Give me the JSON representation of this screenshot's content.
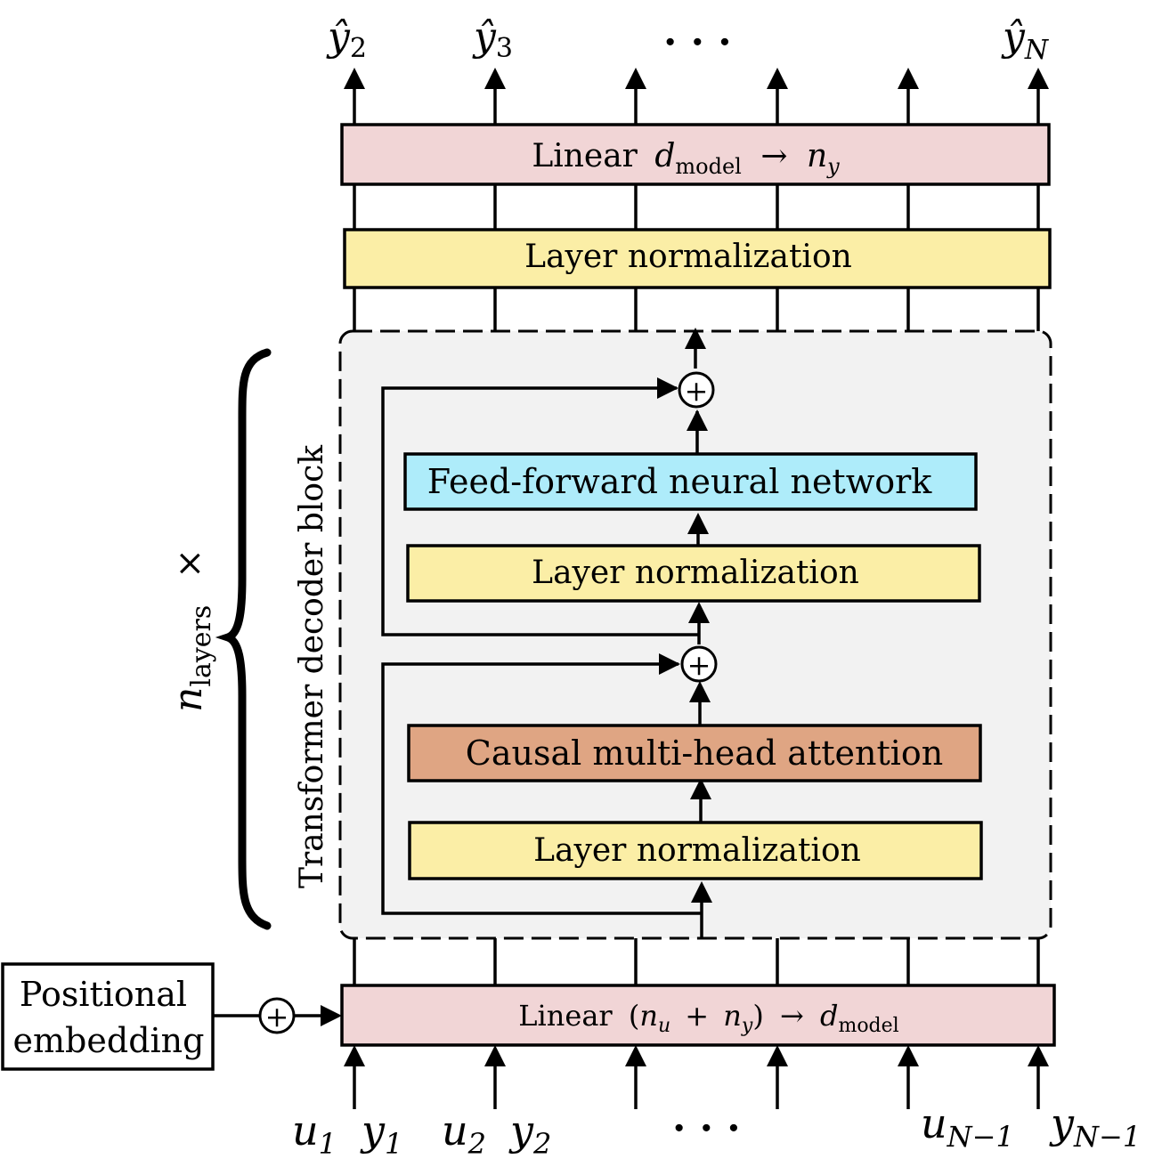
{
  "colors": {
    "linear_fill": "#f1d5d6",
    "layernorm_fill": "#fbeea6",
    "ffn_fill": "#aeecfa",
    "attention_fill": "#dfa583",
    "block_fill": "#f2f2f2",
    "stroke": "#000000"
  },
  "outputs": {
    "y2": {
      "base": "ŷ",
      "sub": "2"
    },
    "y3": {
      "base": "ŷ",
      "sub": "3"
    },
    "dots": "· · ·",
    "yN": {
      "base": "ŷ",
      "sub": "N"
    }
  },
  "linear_top": {
    "prefix": "Linear",
    "d": "d",
    "d_sub": "model",
    "arrow": "→",
    "n": "n",
    "n_sub": "y"
  },
  "layer_norm_top": "Layer normalization",
  "block": {
    "title": "Transformer decoder block",
    "ffn": "Feed-forward neural network",
    "layer_norm_2": "Layer normalization",
    "attention": "Causal multi-head attention",
    "layer_norm_1": "Layer normalization",
    "add_symbol": "+"
  },
  "repeat": {
    "n": "n",
    "sub": "layers",
    "times": "×"
  },
  "linear_bottom": {
    "prefix": "Linear",
    "open": "(",
    "nu": "n",
    "nu_sub": "u",
    "plus": "+",
    "ny": "n",
    "ny_sub": "y",
    "close": ")",
    "arrow": "→",
    "d": "d",
    "d_sub": "model"
  },
  "positional": {
    "line1": "Positional",
    "line2": "embedding",
    "add_symbol": "+"
  },
  "inputs": {
    "u1": {
      "base": "u",
      "sub": "1"
    },
    "y1": {
      "base": "y",
      "sub": "1"
    },
    "u2": {
      "base": "u",
      "sub": "2"
    },
    "y2": {
      "base": "y",
      "sub": "2"
    },
    "dots": "· · ·",
    "uN1": {
      "base": "u",
      "sub": "N−1"
    },
    "yN1": {
      "base": "y",
      "sub": "N−1"
    }
  }
}
